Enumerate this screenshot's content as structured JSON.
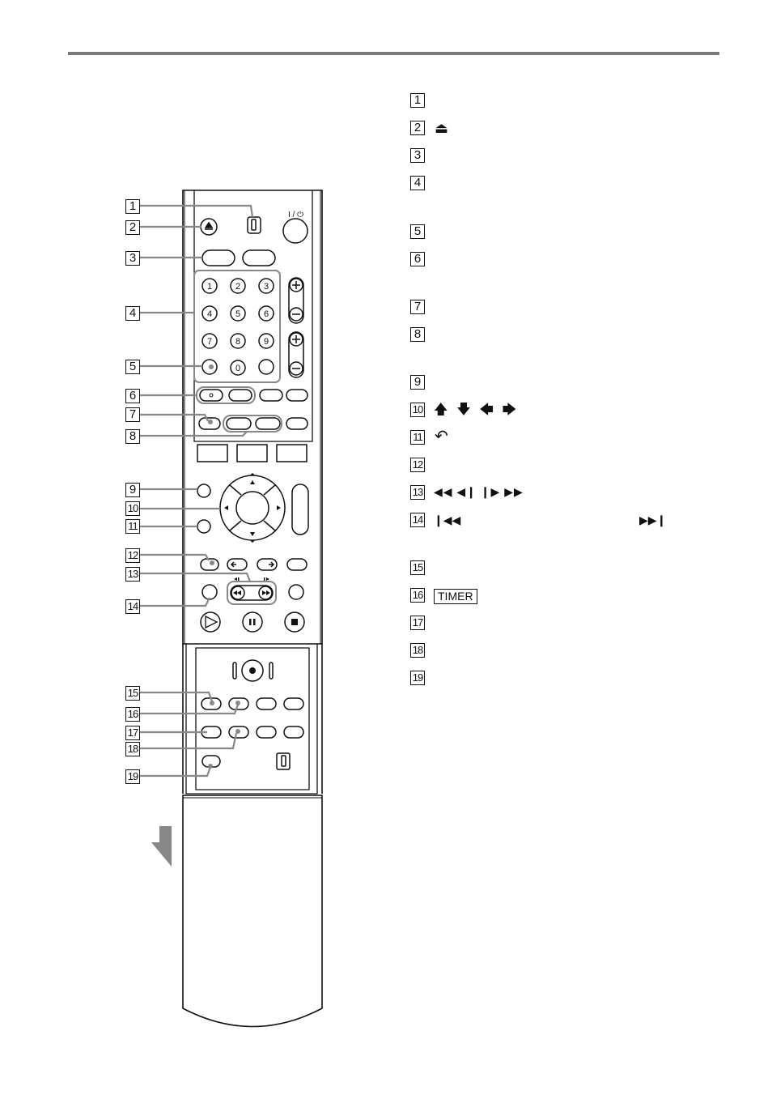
{
  "callouts": [
    "1",
    "2",
    "3",
    "4",
    "5",
    "6",
    "7",
    "8",
    "9",
    "10",
    "11",
    "12",
    "13",
    "14",
    "15",
    "16",
    "17",
    "18",
    "19"
  ],
  "legend": {
    "item2_symbol": "⏏",
    "item10_symbols": "🡅 🡇 🡄 🡆",
    "item11_symbol": "↶",
    "item13_symbols": "◀◀ ◀❙ ❙▶ ▶▶",
    "item14_symbol_left": "❙◀◀",
    "item14_symbol_right": "▶▶❙",
    "item16_label": "TIMER"
  },
  "remote": {
    "power_label": "I / ⏻",
    "number_keys": [
      "1",
      "2",
      "3",
      "4",
      "5",
      "6",
      "7",
      "8",
      "9",
      "0"
    ]
  }
}
